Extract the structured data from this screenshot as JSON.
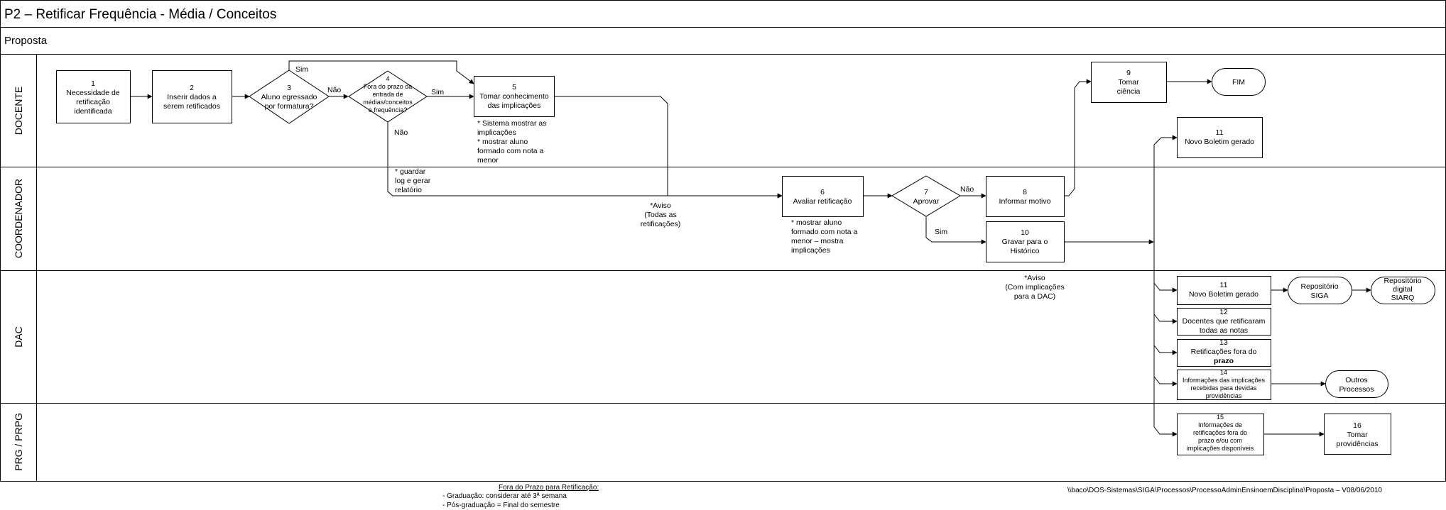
{
  "title": "P2 – Retificar Frequência - Média / Conceitos",
  "subtitle": "Proposta",
  "lanes": [
    "DOCENTE",
    "COORDENADOR",
    "DAC",
    "PRG / PRPG"
  ],
  "nodes": {
    "n1": [
      "1",
      "Necessidade de",
      "retificação",
      "identificada"
    ],
    "n2": [
      "2",
      "Inserir dados a",
      "serem retificados"
    ],
    "n3": [
      "3",
      "Aluno egressado",
      "por formatura?"
    ],
    "n4": [
      "4",
      "Fora do prazo da",
      "entrada de",
      "médias/conceitos",
      "e frequência?"
    ],
    "n5": [
      "5",
      "Tomar conhecimento",
      "das implicações"
    ],
    "n6": [
      "6",
      "Avaliar retificação"
    ],
    "n7": [
      "7",
      "Aprovar"
    ],
    "n8": [
      "8",
      "Informar motivo"
    ],
    "n9": [
      "9",
      "Tomar",
      "ciência"
    ],
    "fim": [
      "FIM"
    ],
    "n10": [
      "10",
      "Gravar para o",
      "Histórico"
    ],
    "n11a": [
      "11",
      "Novo Boletim gerado"
    ],
    "n11b": [
      "11",
      "Novo Boletim gerado"
    ],
    "siga": [
      "Repositório",
      "SIGA"
    ],
    "siarq": [
      "Repositório",
      "digital",
      "SIARQ"
    ],
    "n12": [
      "12",
      "Docentes que retificaram",
      "todas as notas"
    ],
    "n13": [
      "13",
      "Retificações fora do",
      "prazo"
    ],
    "n14": [
      "14",
      "Informações das implicações",
      "recebidas para devidas",
      "providências"
    ],
    "outros": [
      "Outros",
      "Processos"
    ],
    "n15": [
      "15",
      "Informações de",
      "retificações fora do",
      "prazo e/ou com",
      "implicações  disponíveis"
    ],
    "n16": [
      "16",
      "Tomar",
      "providências"
    ]
  },
  "labels": {
    "sim_3": "Sim",
    "nao_3": "Não",
    "sim_4": "Sim",
    "nao_4": "Não",
    "nao_7": "Não",
    "sim_7": "Sim"
  },
  "notes": {
    "n5": [
      "* Sistema mostrar as",
      "implicações",
      "* mostrar aluno",
      "formado com nota a",
      "menor"
    ],
    "log": [
      "* guardar",
      "log e gerar",
      "relatório"
    ],
    "aviso1": [
      "*Aviso",
      "(Todas as",
      "retificações)"
    ],
    "n6": [
      "* mostrar aluno",
      "formado com nota a",
      "menor – mostra",
      "implicações"
    ],
    "aviso2": [
      "*Aviso",
      "(Com implicações",
      "para a DAC)"
    ]
  },
  "footer": {
    "heading": "Fora do Prazo para Retificação:",
    "lines": [
      "- Graduação: considerar até 3ª semana",
      "- Pós-graduação = Final do semestre"
    ],
    "path": "\\\\baco\\DOS-Sistemas\\SIGA\\Processos\\ProcessoAdminEnsinoemDisciplina\\Proposta – V08/06/2010"
  }
}
